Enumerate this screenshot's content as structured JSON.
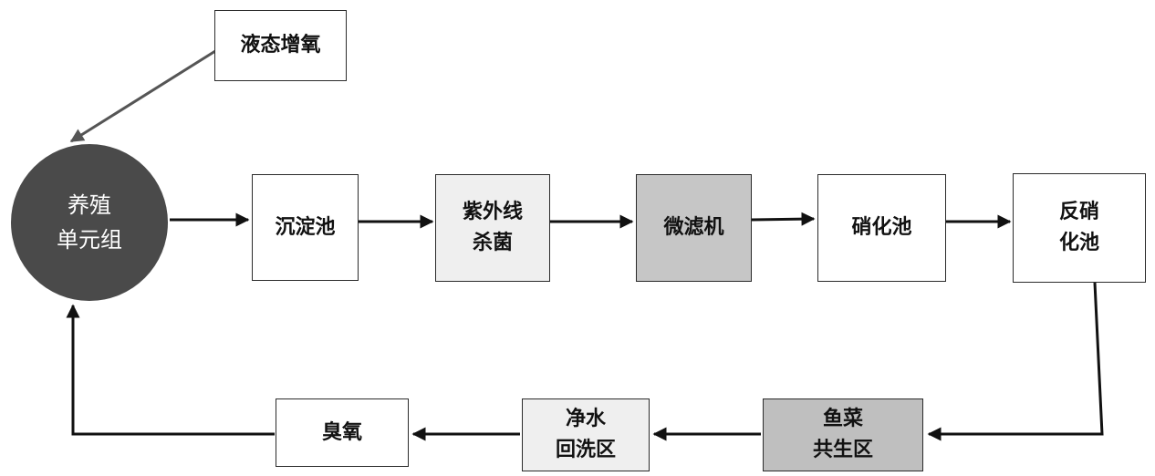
{
  "diagram": {
    "nodes": {
      "liquid_oxygen": "液态增氧",
      "culture_unit": "养殖\n单元组",
      "sedimentation": "沉淀池",
      "uv_sterilization": "紫外线\n杀菌",
      "microfilter": "微滤机",
      "nitrification": "硝化池",
      "denitrification": "反硝\n化池",
      "aquaponics": "鱼菜\n共生区",
      "clean_water_backwash": "净水\n回洗区",
      "ozone": "臭氧"
    },
    "edges": [
      [
        "liquid_oxygen",
        "culture_unit"
      ],
      [
        "culture_unit",
        "sedimentation"
      ],
      [
        "sedimentation",
        "uv_sterilization"
      ],
      [
        "uv_sterilization",
        "microfilter"
      ],
      [
        "microfilter",
        "nitrification"
      ],
      [
        "nitrification",
        "denitrification"
      ],
      [
        "denitrification",
        "aquaponics"
      ],
      [
        "aquaponics",
        "clean_water_backwash"
      ],
      [
        "clean_water_backwash",
        "ozone"
      ],
      [
        "ozone",
        "culture_unit"
      ]
    ],
    "colors": {
      "culture_unit_fill": "#4a4a4a",
      "white_fill": "#ffffff",
      "light_gray_fill": "#efefef",
      "mid_gray_fill": "#c6c6c6",
      "gray_fill": "#bfbfbf"
    }
  }
}
